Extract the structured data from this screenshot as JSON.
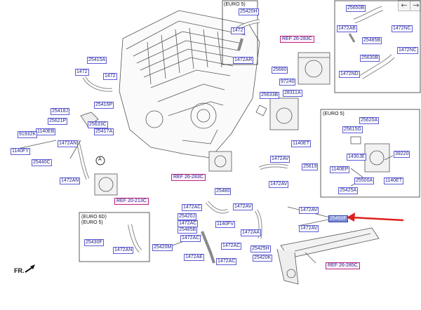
{
  "nav": {
    "prev": "←",
    "next": "→"
  },
  "orientation": "FR.",
  "boxes": {
    "euro5_top": "(EURO 5)",
    "euro5_right": "(EURO 5)",
    "euro6d_left": "(EURO 6D)",
    "euro5_left": "(EURO 5)"
  },
  "labels": {
    "l25420h": "25420H",
    "l1472_a": "1472",
    "l1472ar": "1472AR",
    "l25650b": "25650B",
    "l1472ab": "1472AB",
    "l1472nc_1": "1472NC",
    "l25485b": "25485B",
    "l1472nc_2": "1472NC",
    "l25630b": "25630B",
    "l1472nd": "1472ND",
    "l25680": "25680",
    "l97240": "97240",
    "l25633b": "25633B",
    "l28311a": "28311A",
    "l1140et_1": "1140ET",
    "l25415a": "25415A",
    "l1472_b": "1472",
    "l1472_c": "1472",
    "l25416p": "25416P",
    "l25418j": "25418J",
    "l25621p": "25621P",
    "l25633c": "25633C",
    "l25417a": "25417A",
    "l1140eb": "1140EB",
    "l91932k": "91932K",
    "l1140fy": "1140FY",
    "l1472an_1": "1472AN",
    "l25440c": "25440C",
    "l1472an_2": "1472AN",
    "l25620a": "25620A",
    "l25615g": "25615G",
    "l1430je": "1430JE",
    "l39220": "39220",
    "l1140ep": "1140EP",
    "l25500a": "25500A",
    "l1140et_2": "1140ET",
    "l25425a": "25425A",
    "l1472av_1": "1472AV",
    "l25619": "25619",
    "l1472av_2": "1472AV",
    "l25480": "25480",
    "l1472ac_1": "1472AC",
    "l1472av_3": "1472AV",
    "l25420j": "25420J",
    "l1472ac_2": "1472AC",
    "l25485b_2": "25485B",
    "l1140fv": "1140FV",
    "l1472aa": "1472AA",
    "l1472ac_3": "1472AC",
    "l25420m": "25420M",
    "l1472ac_4": "1472AC",
    "l1472ae": "1472AE",
    "l1472ac_5": "1472AC",
    "l25425h": "25425H",
    "l25420k": "25420K",
    "l1472av_4": "1472AV",
    "l1472av_5": "1472AV",
    "l25450f": "25450F",
    "l25430f": "25430F",
    "l1472an_3": "1472AN"
  },
  "refs": {
    "r_top": "REF 26-283C",
    "r_left": "REF 20-213C",
    "r_mid": "REF 26-283C",
    "r_bottom": "REF 26-285C"
  },
  "callout": "A",
  "colors": {
    "label_text": "#1d1d8c",
    "label_border": "#5b5bd6",
    "selected": "#7f8fd8",
    "ref_border": "#c0207a",
    "arrow": "#e0201e"
  }
}
